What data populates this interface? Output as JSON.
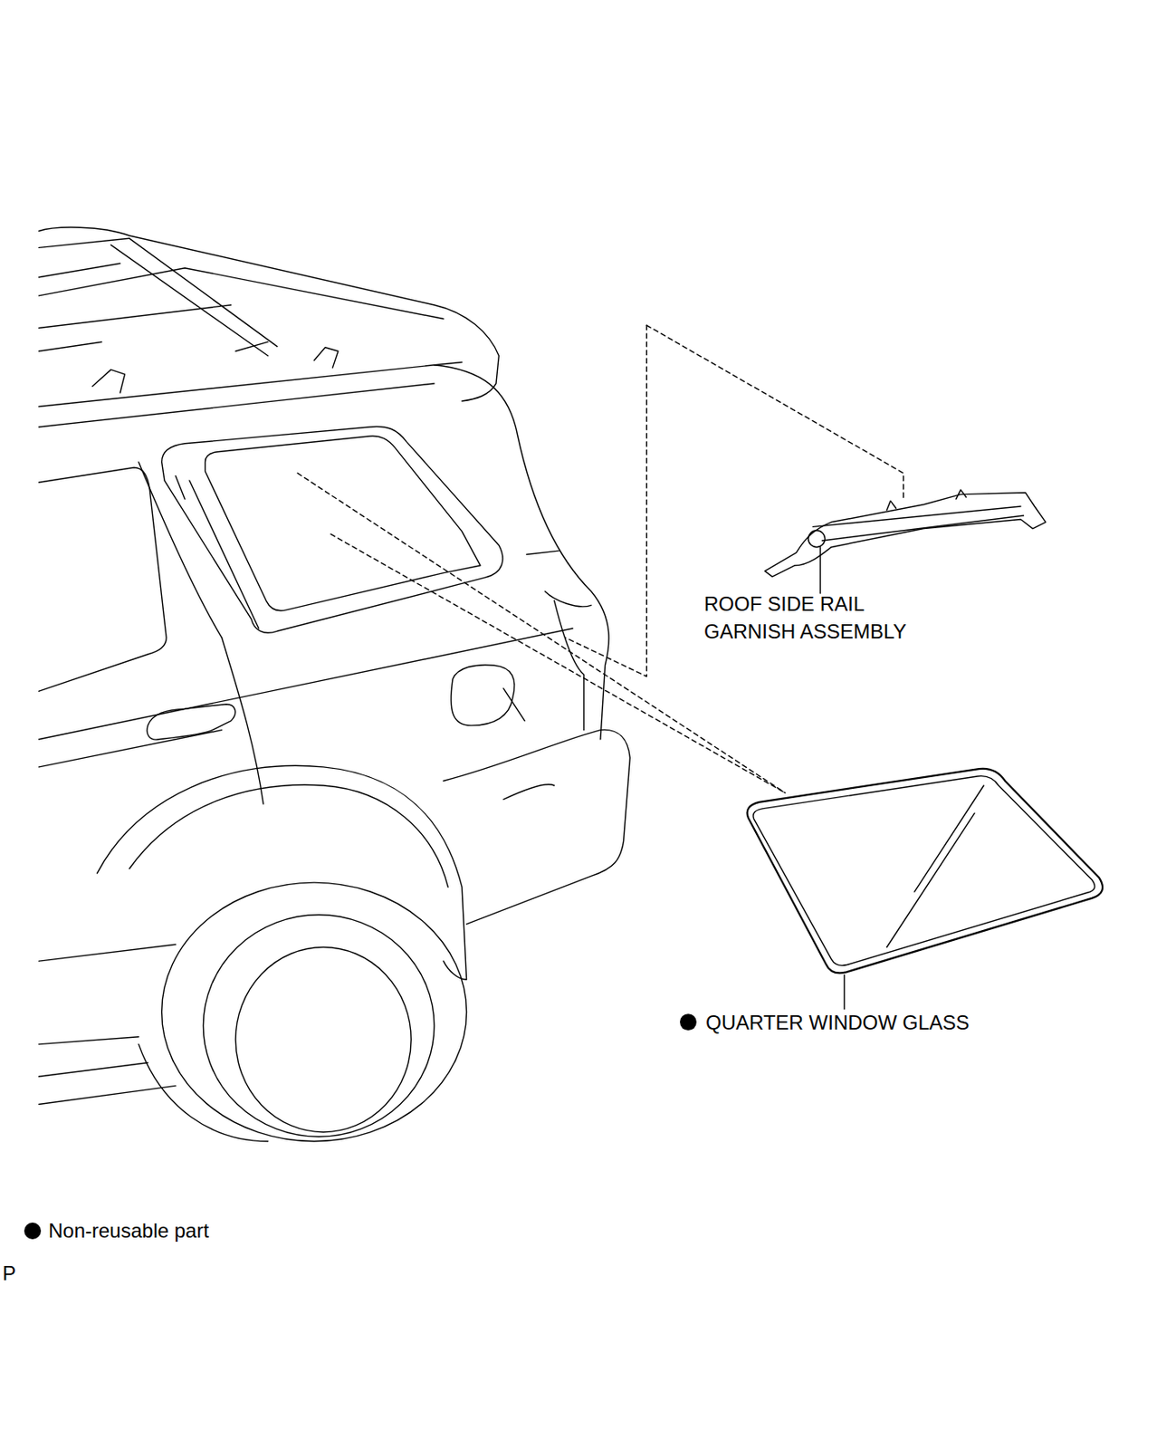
{
  "diagram": {
    "labels": [
      "ROOF SIDE RAIL GARNISH ASSEMBLY",
      "QUARTER WINDOW GLASS",
      "P"
    ],
    "legend": [
      {
        "text": "Non-reusable part",
        "color": "#000000"
      }
    ]
  }
}
